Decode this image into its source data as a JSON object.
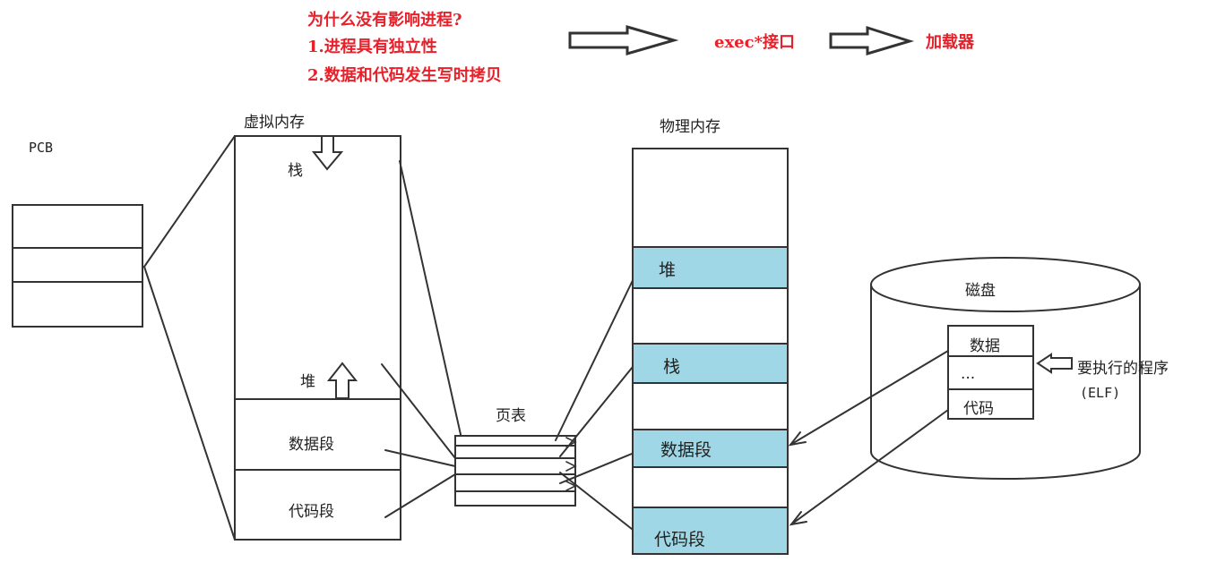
{
  "notes": {
    "question": "为什么没有影响进程?",
    "reason1": "1.进程具有独立性",
    "reason2": "2.数据和代码发生写时拷贝",
    "exec": "exec*接口",
    "loader": "加载器"
  },
  "pcb": {
    "label": "PCB"
  },
  "virtual_memory": {
    "title": "虚拟内存",
    "stack": "栈",
    "heap": "堆",
    "data_segment": "数据段",
    "code_segment": "代码段"
  },
  "page_table": {
    "title": "页表"
  },
  "physical_memory": {
    "title": "物理内存",
    "heap": "堆",
    "stack": "栈",
    "data_segment": "数据段",
    "code_segment": "代码段"
  },
  "disk": {
    "title": "磁盘",
    "data": "数据",
    "ellipsis": "...",
    "code": "代码",
    "program_label": "要执行的程序",
    "elf_label": "(ELF)"
  },
  "colors": {
    "note_red": "#e8202a",
    "segment_fill": "#9fd7e6",
    "stroke": "#333333"
  }
}
